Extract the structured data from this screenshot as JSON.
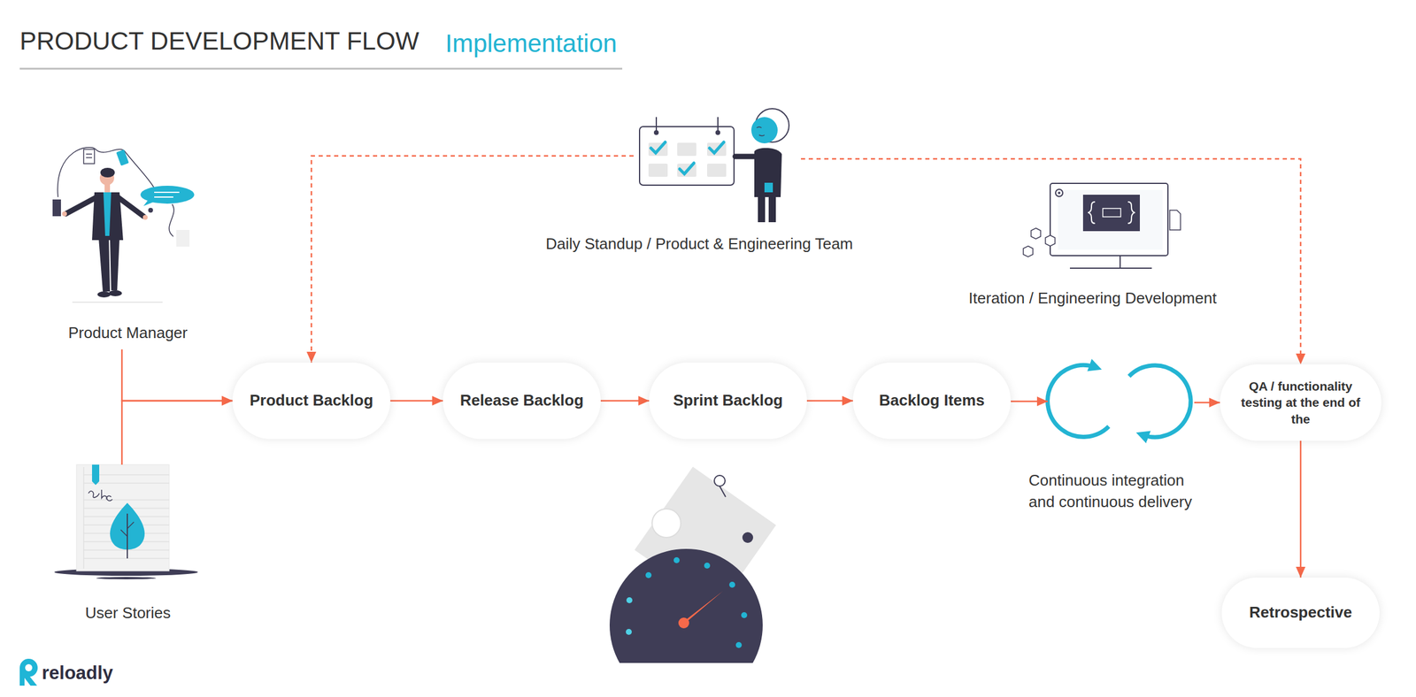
{
  "diagram": {
    "title": "PRODUCT DEVELOPMENT FLOW",
    "nodes": [
      {
        "text": [
          "Product Manager"
        ]
      },
      {
        "text": [
          "User Stories"
        ]
      },
      {
        "text": [
          "Daily Standup / Product & Engineering Team"
        ]
      },
      {
        "text": [
          "Product Backlog"
        ]
      },
      {
        "text": [
          "Release Backlog"
        ]
      },
      {
        "text": [
          "Sprint Backlog"
        ]
      },
      {
        "text": [
          "Backlog Items"
        ]
      },
      {
        "text": [
          "Continuous integration and continuous delivery"
        ]
      },
      {
        "text": [
          "QA / functionality testing at the end of the"
        ]
      },
      {
        "text": [
          "Retrospective"
        ]
      }
    ],
    "edges": [
      {
        "from": 0,
        "to": 3,
        "arrow": "to"
      },
      {
        "from": 1,
        "to": 3,
        "arrow": "to"
      },
      {
        "from": 2,
        "to": 3,
        "arrow": "to"
      },
      {
        "from": 2,
        "to": 8,
        "arrow": "to"
      },
      {
        "from": 3,
        "to": 4,
        "arrow": "to"
      },
      {
        "from": 4,
        "to": 5,
        "arrow": "to"
      },
      {
        "from": 5,
        "to": 6,
        "arrow": "to"
      },
      {
        "from": 6,
        "to": 7,
        "arrow": "to"
      },
      {
        "from": 7,
        "to": 8,
        "arrow": "to"
      },
      {
        "from": 8,
        "to": 9,
        "arrow": "to"
      }
    ],
    "labels": [
      "Implementation",
      "Iteration / Engineering Development",
      "reloadly"
    ]
  }
}
